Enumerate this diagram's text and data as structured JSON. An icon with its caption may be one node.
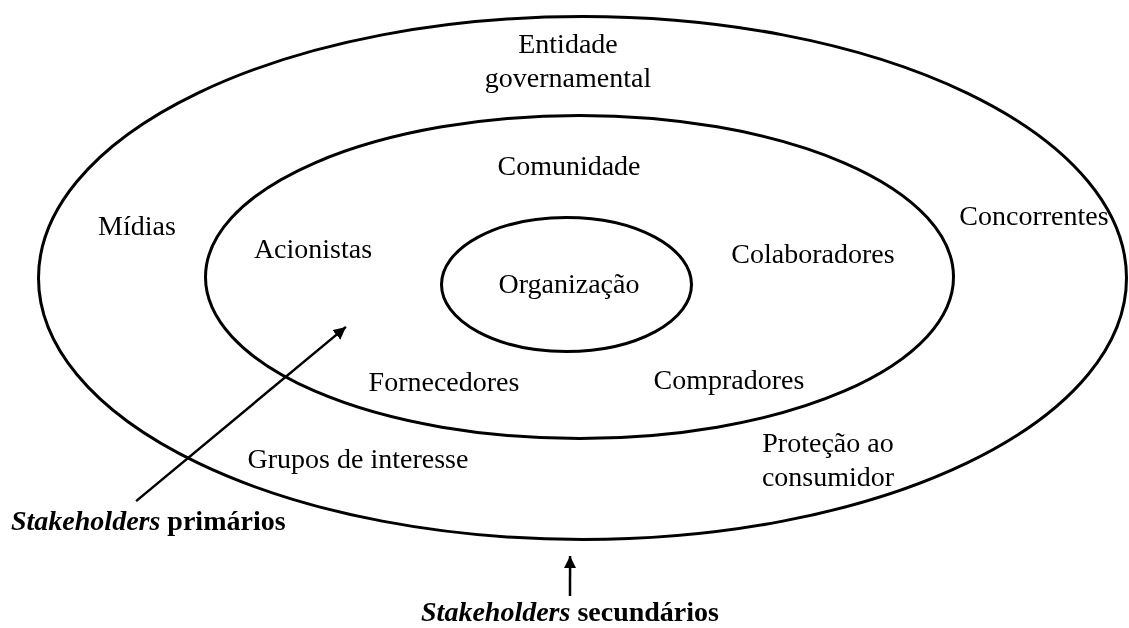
{
  "diagram": {
    "nodes": [
      {
        "text": [
          "Entidade governamental",
          "Mídias",
          "Concorrentes",
          "Grupos de interesse",
          "Proteção ao consumidor"
        ]
      },
      {
        "text": [
          "Comunidade",
          "Acionistas",
          "Colaboradores",
          "Fornecedores",
          "Compradores"
        ],
        "in": 0
      },
      {
        "text": [
          "Organização"
        ],
        "in": 1
      },
      {
        "text": [
          "*Stakeholders* primários"
        ]
      },
      {
        "text": [
          "*Stakeholders* secundários"
        ]
      }
    ],
    "edges": [
      {
        "from": 3,
        "to": 1,
        "arrow": "to"
      },
      {
        "from": 4,
        "to": 0,
        "arrow": "to"
      }
    ]
  }
}
